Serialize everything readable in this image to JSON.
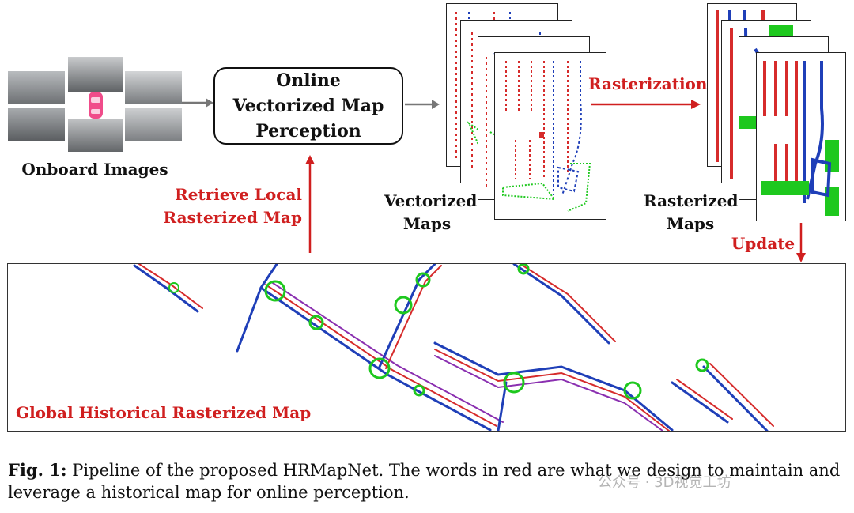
{
  "diagram": {
    "onboard_label": "Onboard Images",
    "perception_box": "Online Vectorized Map Perception",
    "vectorized_label": "Vectorized Maps",
    "rasterization_label": "Rasterization",
    "rasterized_label": "Rasterized Maps",
    "retrieve_label": "Retrieve Local Rasterized Map",
    "update_label": "Update",
    "global_map_label": "Global Historical Rasterized Map"
  },
  "caption": {
    "prefix": "Fig. 1:",
    "text": "Pipeline of the proposed HRMapNet. The words in red are what we design to maintain and leverage a historical map for online perception."
  },
  "watermark": "公众号 · 3D视觉工坊",
  "colors": {
    "accent_red": "#d01f1f",
    "lane_blue": "#1f3fb8",
    "divider_red": "#d62b2b",
    "crossing_green": "#1ec81e"
  }
}
